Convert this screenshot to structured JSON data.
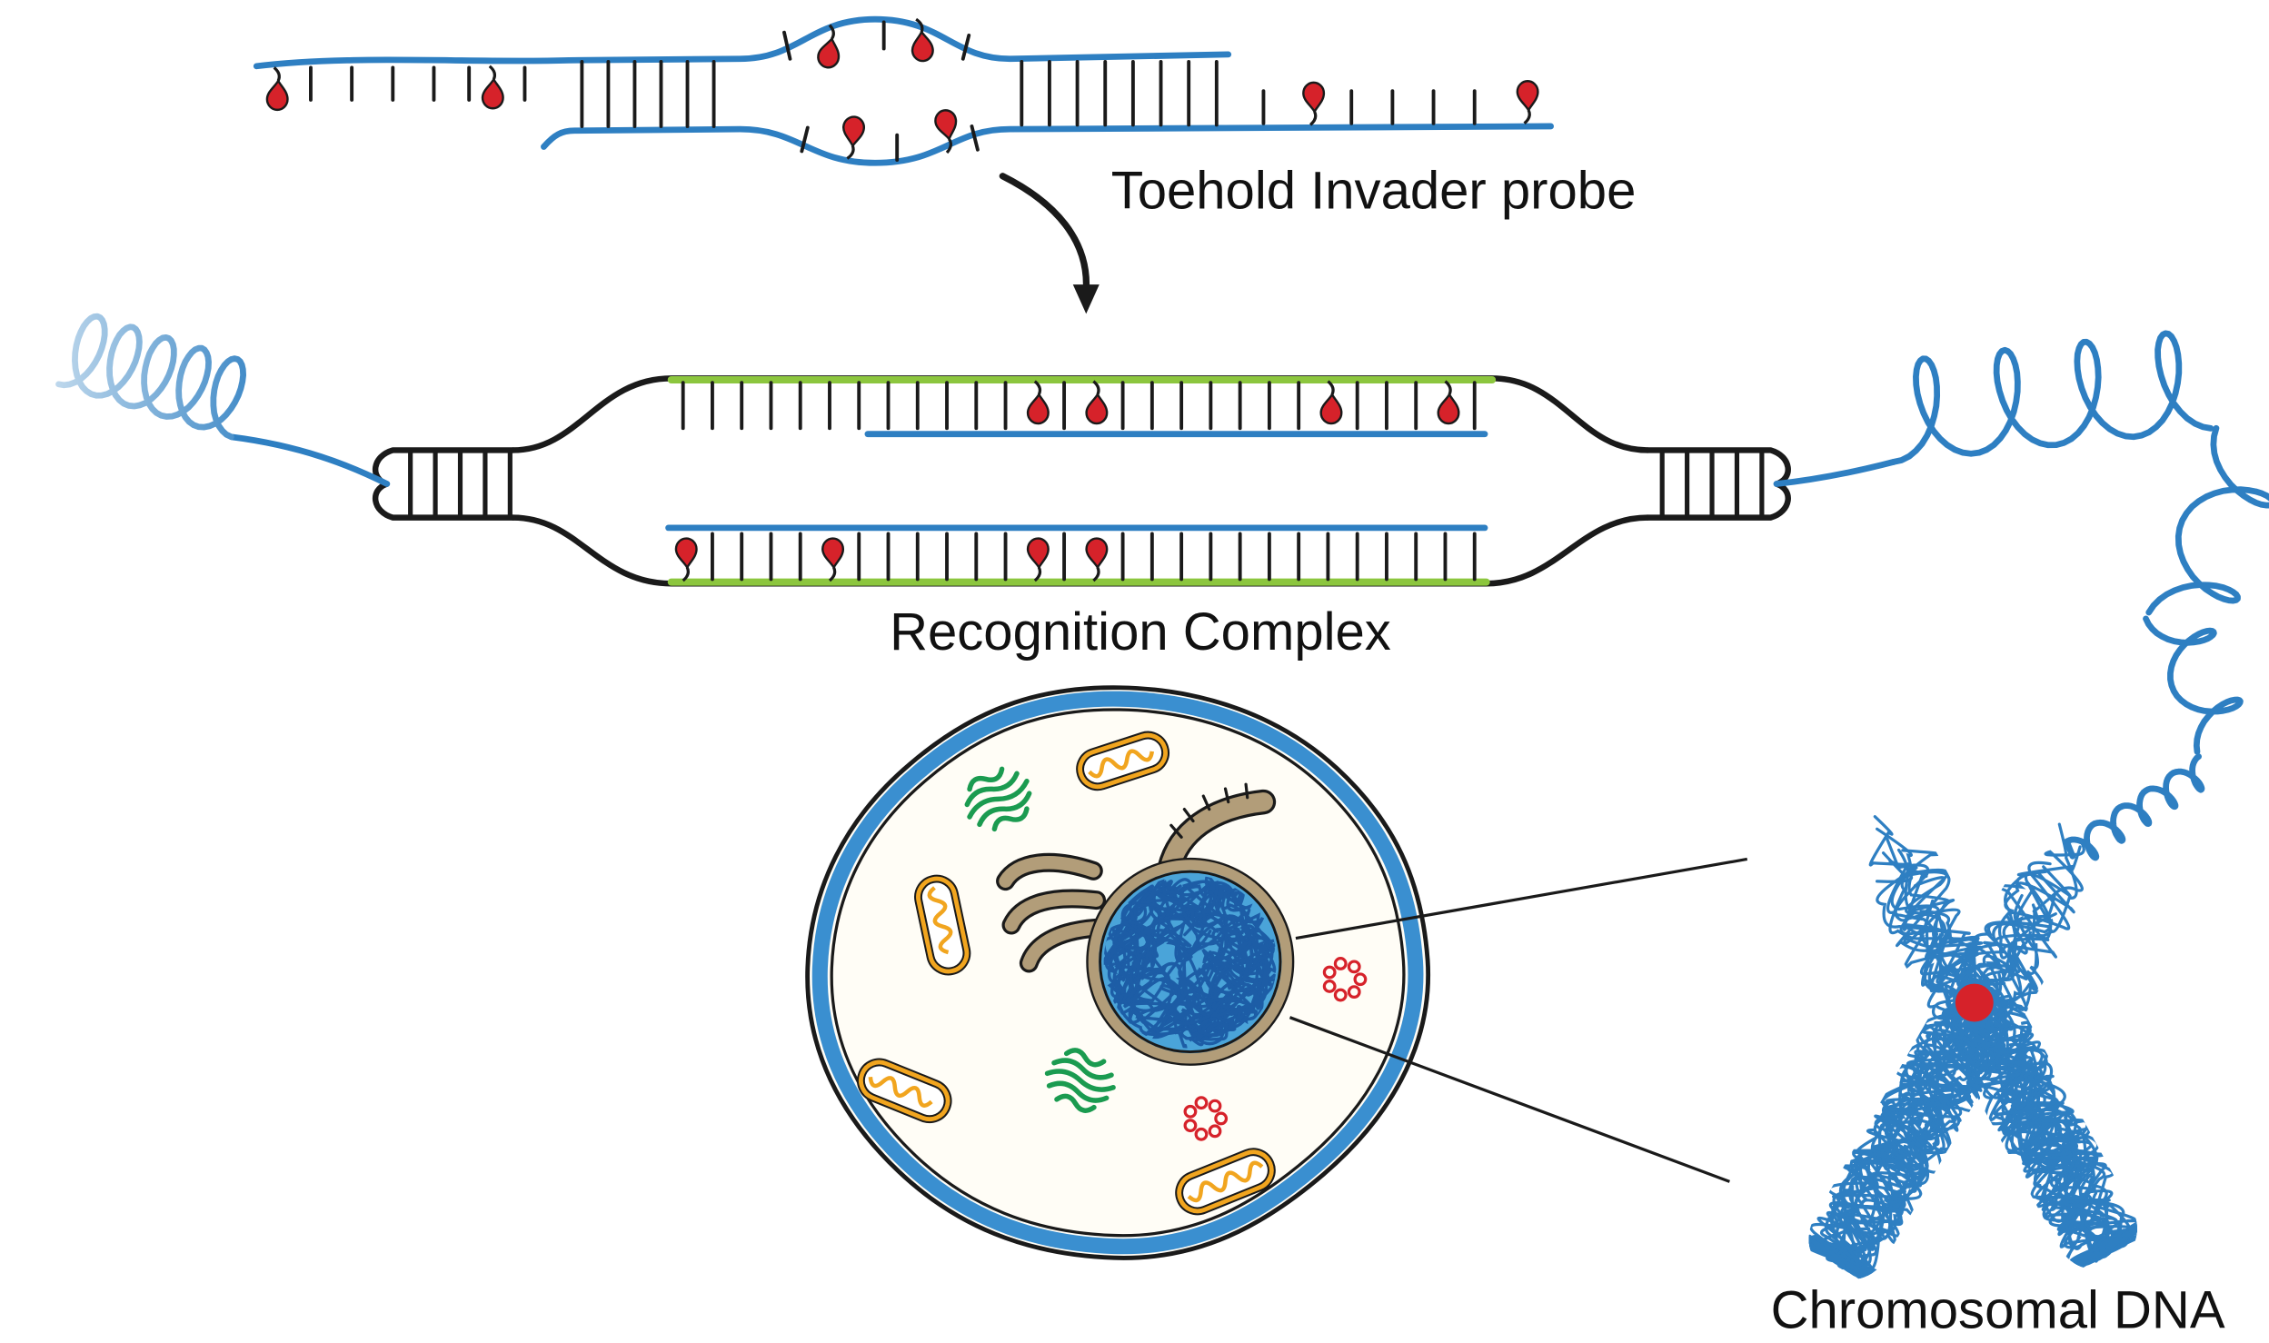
{
  "figure": {
    "labels": {
      "probe": "Toehold Invader probe",
      "complex": "Recognition Complex",
      "chromosome": "Chromosomal DNA"
    },
    "palette": {
      "dark": "#1a1a1a",
      "blue": "#2e7fc2",
      "lightBlue": "#cfe2f1",
      "cellBlue": "#3a8fd0",
      "cellFill": "#fffdf6",
      "green": "#8cc63e",
      "green2": "#1b9b50",
      "red": "#d6222a",
      "tan": "#b29d79",
      "orange": "#f1a51f",
      "nucleusFill": "#4aa4d9",
      "nucleusInk": "#1d5da6"
    }
  }
}
